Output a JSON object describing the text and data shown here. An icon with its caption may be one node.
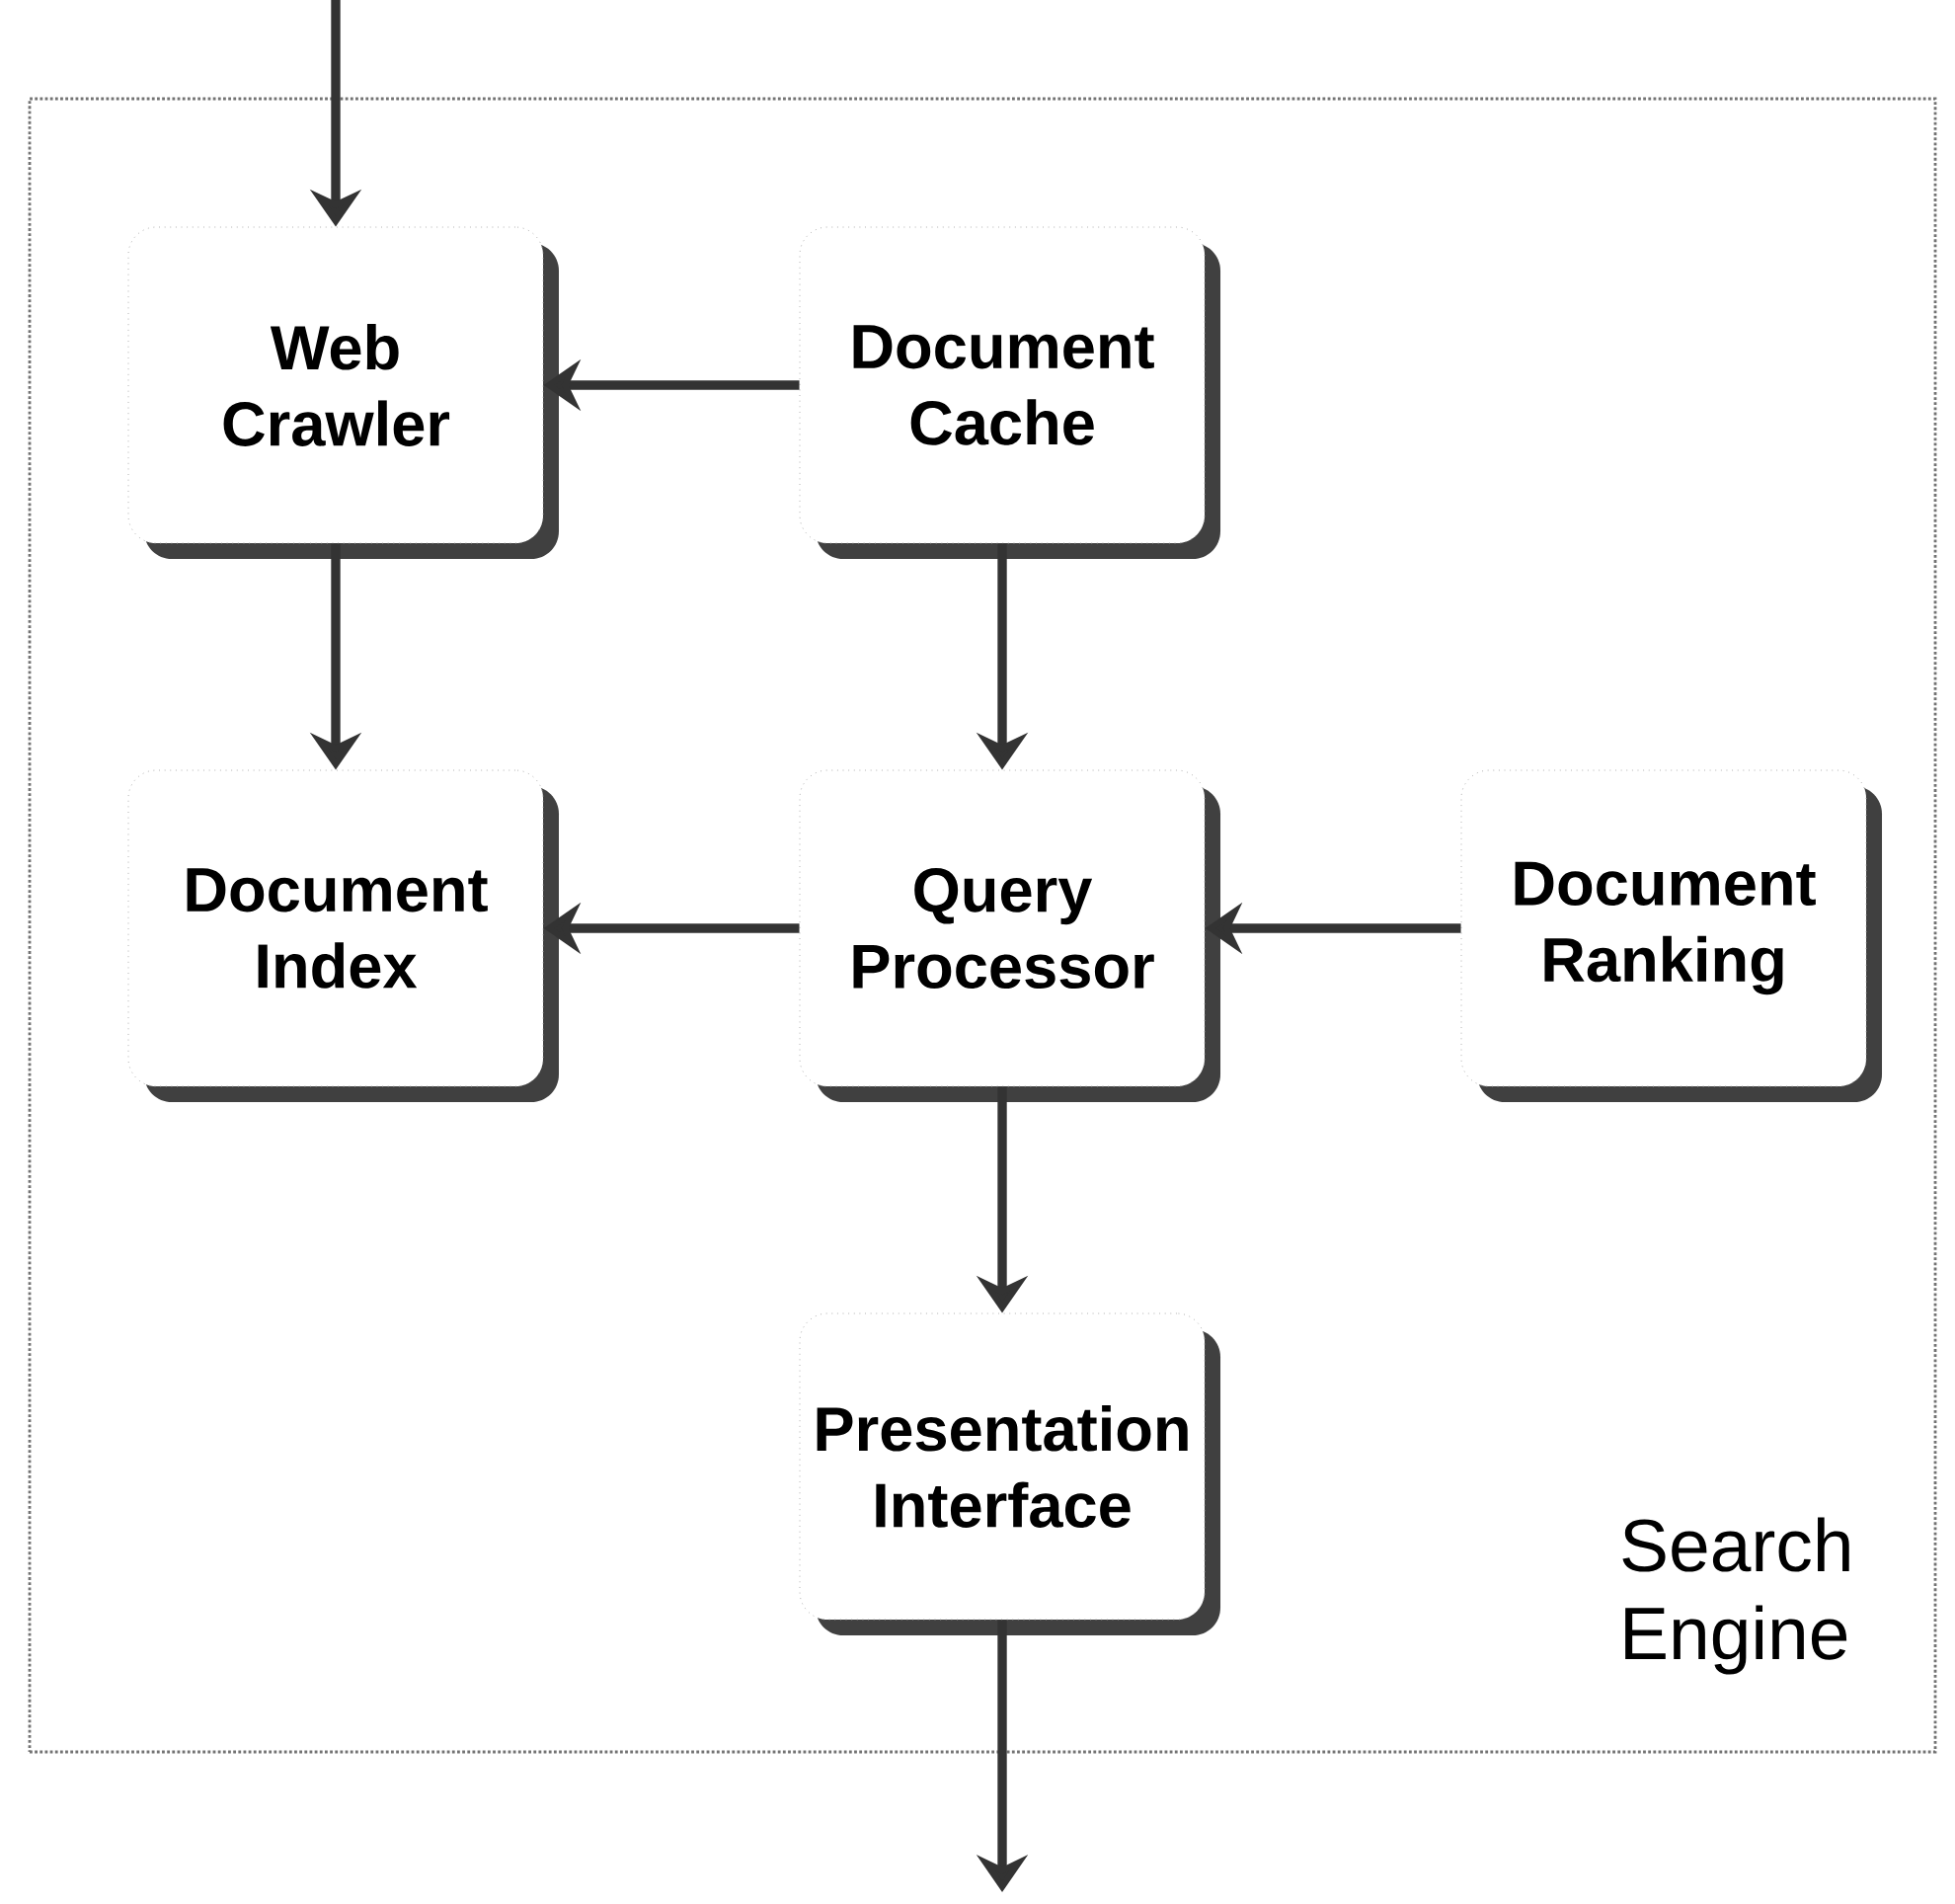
{
  "diagram": {
    "nodes": [
      {
        "text": [
          "Search Engine"
        ]
      },
      {
        "text": [
          "Web Crawler"
        ],
        "in": 0
      },
      {
        "text": [
          "Document Cache"
        ],
        "in": 0
      },
      {
        "text": [
          "Document Index"
        ],
        "in": 0
      },
      {
        "text": [
          "Query Processor"
        ],
        "in": 0
      },
      {
        "text": [
          "Document Ranking"
        ],
        "in": 0
      },
      {
        "text": [
          "Presentation Interface"
        ],
        "in": 0
      }
    ],
    "edges": [
      {
        "from": null,
        "to": 1,
        "arrow": "to"
      },
      {
        "from": 2,
        "to": 1,
        "arrow": "to"
      },
      {
        "from": 1,
        "to": 3,
        "arrow": "to"
      },
      {
        "from": 2,
        "to": 4,
        "arrow": "to"
      },
      {
        "from": 4,
        "to": 3,
        "arrow": "to"
      },
      {
        "from": 5,
        "to": 4,
        "arrow": "to"
      },
      {
        "from": 4,
        "to": 6,
        "arrow": "to"
      },
      {
        "from": 6,
        "to": null,
        "arrow": "to"
      }
    ]
  }
}
